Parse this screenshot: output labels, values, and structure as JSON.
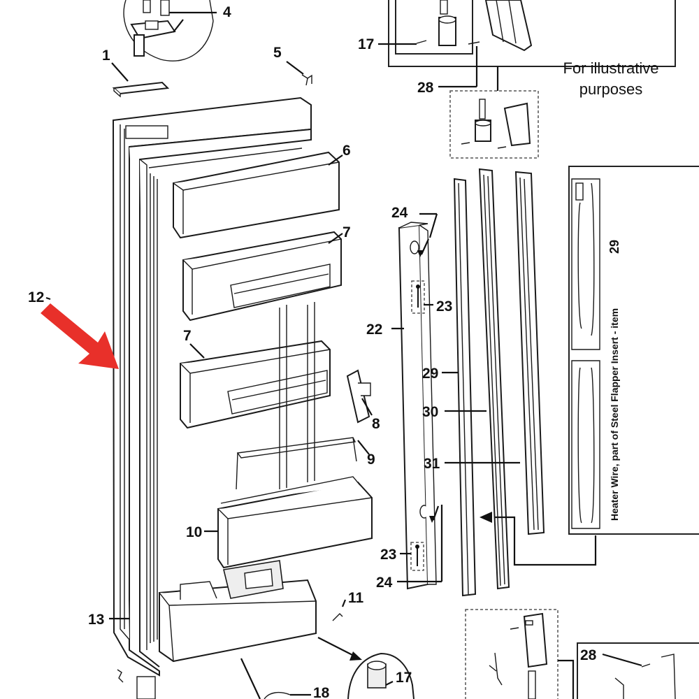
{
  "note": {
    "line1": "For illustrative",
    "line2": "purposes"
  },
  "heater_caption": "Heater Wire, part of Steel Flapper Insert - item",
  "heater_item": "29",
  "callouts": {
    "c1": "1",
    "c4": "4",
    "c5": "5",
    "c6": "6",
    "c7a": "7",
    "c7b": "7",
    "c8": "8",
    "c9": "9",
    "c10": "10",
    "c11": "11",
    "c12": "12",
    "c13": "13",
    "c17a": "17",
    "c17b": "17",
    "c18": "18",
    "c22": "22",
    "c23a": "23",
    "c23b": "23",
    "c24a": "24",
    "c24b": "24",
    "c28a": "28",
    "c28b": "28",
    "c29": "29",
    "c30": "30",
    "c31": "31"
  },
  "colors": {
    "highlight_arrow": "#e8302a",
    "line_art": "#1a1a1a"
  }
}
